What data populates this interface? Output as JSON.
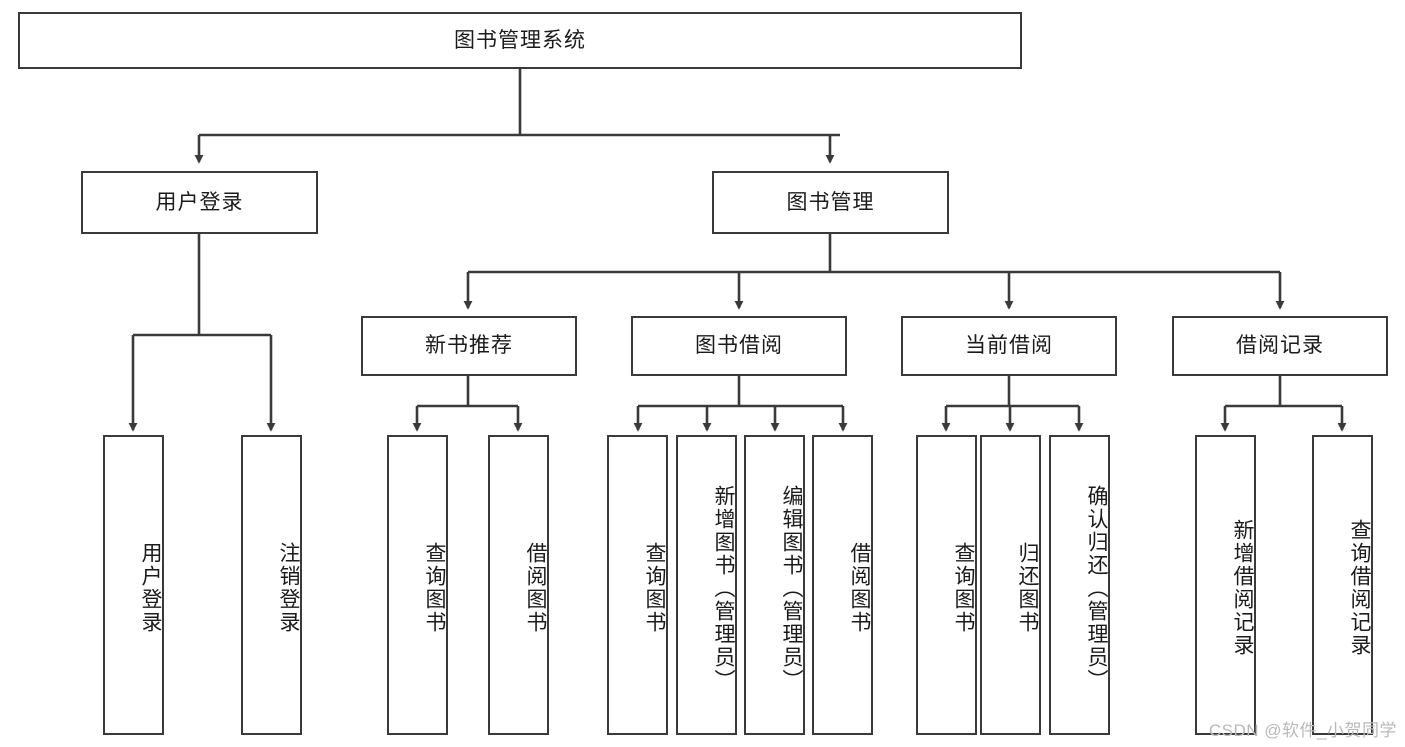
{
  "diagram": {
    "title": "图书管理系统",
    "type": "tree-hierarchy-chart",
    "root": {
      "label": "图书管理系统"
    },
    "level2": [
      {
        "label": "用户登录"
      },
      {
        "label": "图书管理"
      }
    ],
    "level3": [
      {
        "label": "新书推荐"
      },
      {
        "label": "图书借阅"
      },
      {
        "label": "当前借阅"
      },
      {
        "label": "借阅记录"
      }
    ],
    "leaves": {
      "user_login": [
        {
          "label": "用户登录"
        },
        {
          "label": "注销登录"
        }
      ],
      "new_book_recommend": [
        {
          "label": "查询图书"
        },
        {
          "label": "借阅图书"
        }
      ],
      "book_borrow": [
        {
          "label": "查询图书"
        },
        {
          "label": "新增图书（管理员）"
        },
        {
          "label": "编辑图书（管理员）"
        },
        {
          "label": "借阅图书"
        }
      ],
      "current_borrow": [
        {
          "label": "查询图书"
        },
        {
          "label": "归还图书"
        },
        {
          "label": "确认归还（管理员）"
        }
      ],
      "borrow_record": [
        {
          "label": "新增借阅记录"
        },
        {
          "label": "查询借阅记录"
        }
      ]
    }
  },
  "watermark": {
    "text": "CSDN @软件_小贺同学"
  },
  "colors": {
    "stroke": "#3a3a3a",
    "background": "#ffffff",
    "text": "#1b1b1b",
    "watermark": "#b9b9b9"
  }
}
